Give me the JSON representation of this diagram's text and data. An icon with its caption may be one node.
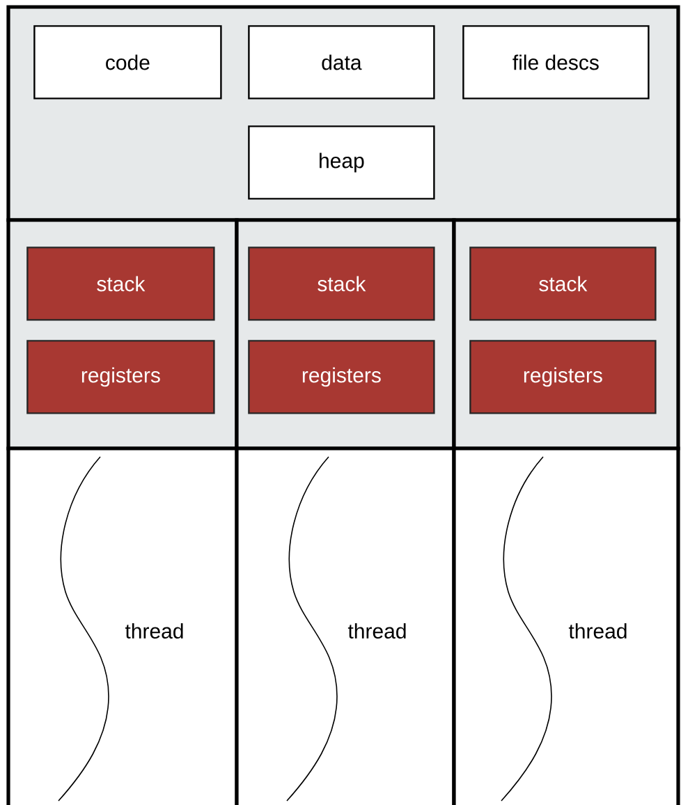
{
  "diagram": {
    "nodes": [
      {
        "text": [],
        "shape": "box"
      },
      {
        "text": [
          "code"
        ],
        "in": 0
      },
      {
        "text": [
          "data"
        ],
        "in": 0
      },
      {
        "text": [
          "file descs"
        ],
        "in": 0
      },
      {
        "text": [
          "heap"
        ],
        "in": 0
      },
      {
        "text": [],
        "shape": "box"
      },
      {
        "text": [
          "stack"
        ],
        "in": 5
      },
      {
        "text": [
          "registers"
        ],
        "in": 5
      },
      {
        "text": [],
        "shape": "box"
      },
      {
        "text": [
          "stack"
        ],
        "in": 8
      },
      {
        "text": [
          "registers"
        ],
        "in": 8
      },
      {
        "text": [],
        "shape": "box"
      },
      {
        "text": [
          "stack"
        ],
        "in": 11
      },
      {
        "text": [
          "registers"
        ],
        "in": 11
      },
      {
        "text": [
          "thread"
        ]
      },
      {
        "text": [
          "thread"
        ]
      },
      {
        "text": [
          "thread"
        ]
      }
    ]
  }
}
